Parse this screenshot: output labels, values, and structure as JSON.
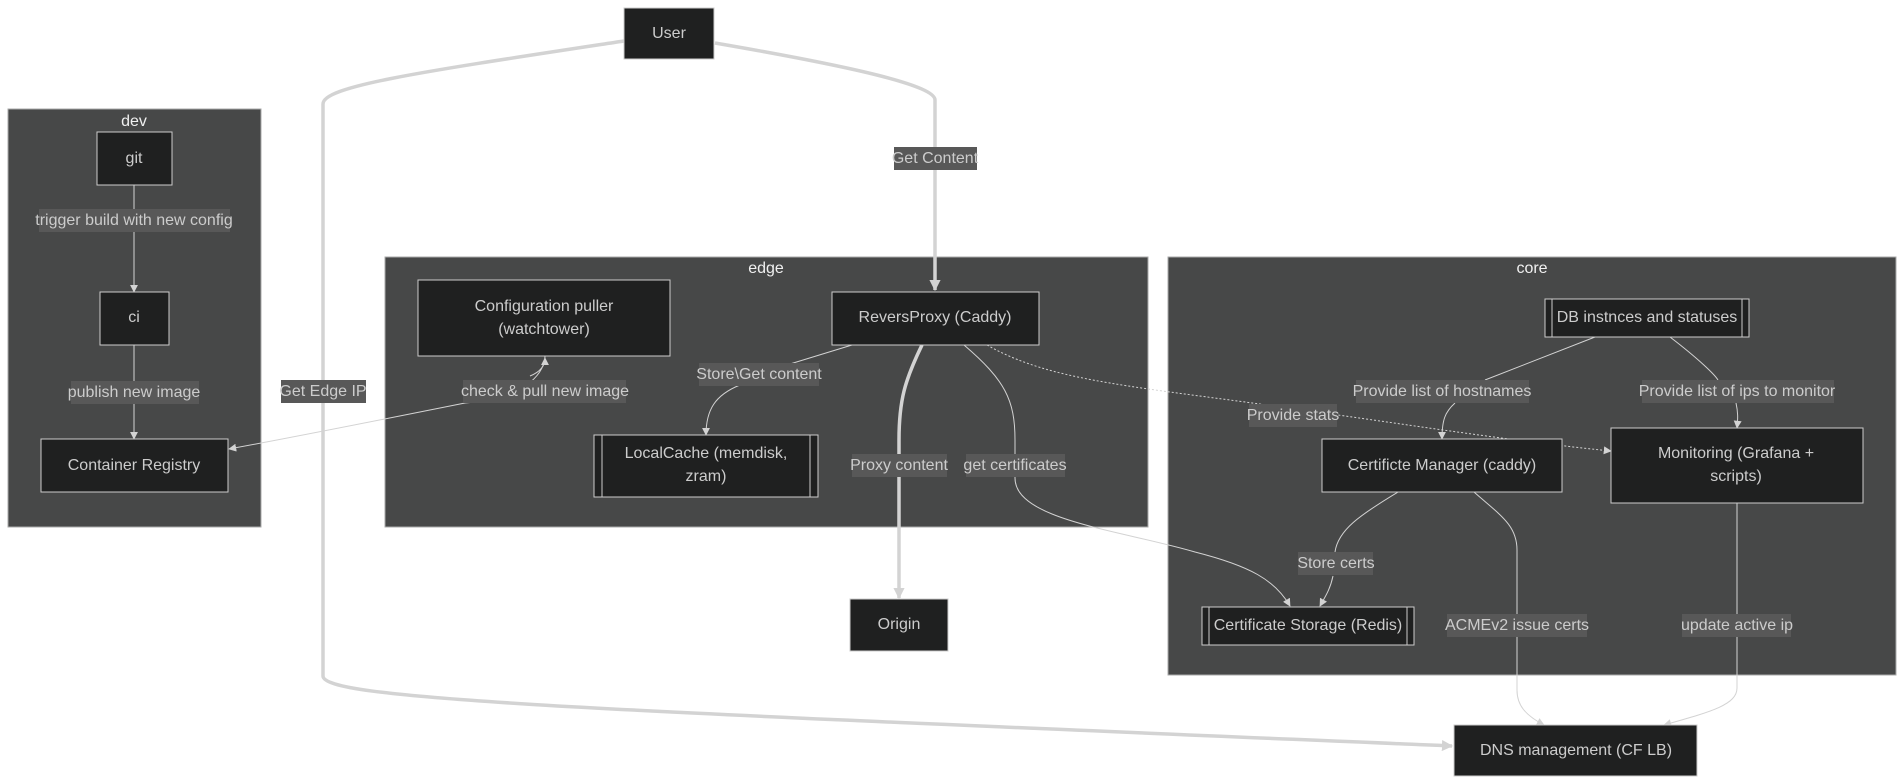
{
  "diagram": {
    "type": "flowchart",
    "colors": {
      "background": "#ffffff",
      "cluster_fill": "#474848",
      "node_fill": "#1f2020",
      "node_text": "#cccccc",
      "edge": "#d3d3d3",
      "edge_label_bg": "#585858"
    },
    "clusters": {
      "dev": "dev",
      "edge": "edge",
      "core": "core"
    },
    "nodes": {
      "user": "User",
      "git": "git",
      "ci": "ci",
      "registry": "Container Registry",
      "config_puller": [
        "Configuration puller",
        "(watchtower)"
      ],
      "reverse_proxy": "ReversProxy (Caddy)",
      "local_cache": [
        "LocalCache (memdisk,",
        "zram)"
      ],
      "origin": "Origin",
      "db": "DB instnces and statuses",
      "cert_manager": "Certificte Manager (caddy)",
      "monitoring": [
        "Monitoring (Grafana +",
        "scripts)"
      ],
      "cert_storage": "Certificate Storage (Redis)",
      "dns": "DNS management (CF LB)"
    },
    "edges": {
      "get_content": "Get Content",
      "get_edge_ip": "Get Edge IP",
      "trigger_build": "trigger build with new config",
      "publish_image": "publish new image",
      "check_pull": "check & pull new image",
      "store_get": "Store\\Get content",
      "proxy_content": "Proxy content",
      "get_certificates": "get certificates",
      "provide_stats": "Provide stats",
      "provide_hostnames": "Provide list of hostnames",
      "provide_ips": "Provide list of ips to monitor",
      "store_certs": "Store certs",
      "acme_issue": "ACMEv2 issue certs",
      "update_ip": "update active ip"
    }
  }
}
